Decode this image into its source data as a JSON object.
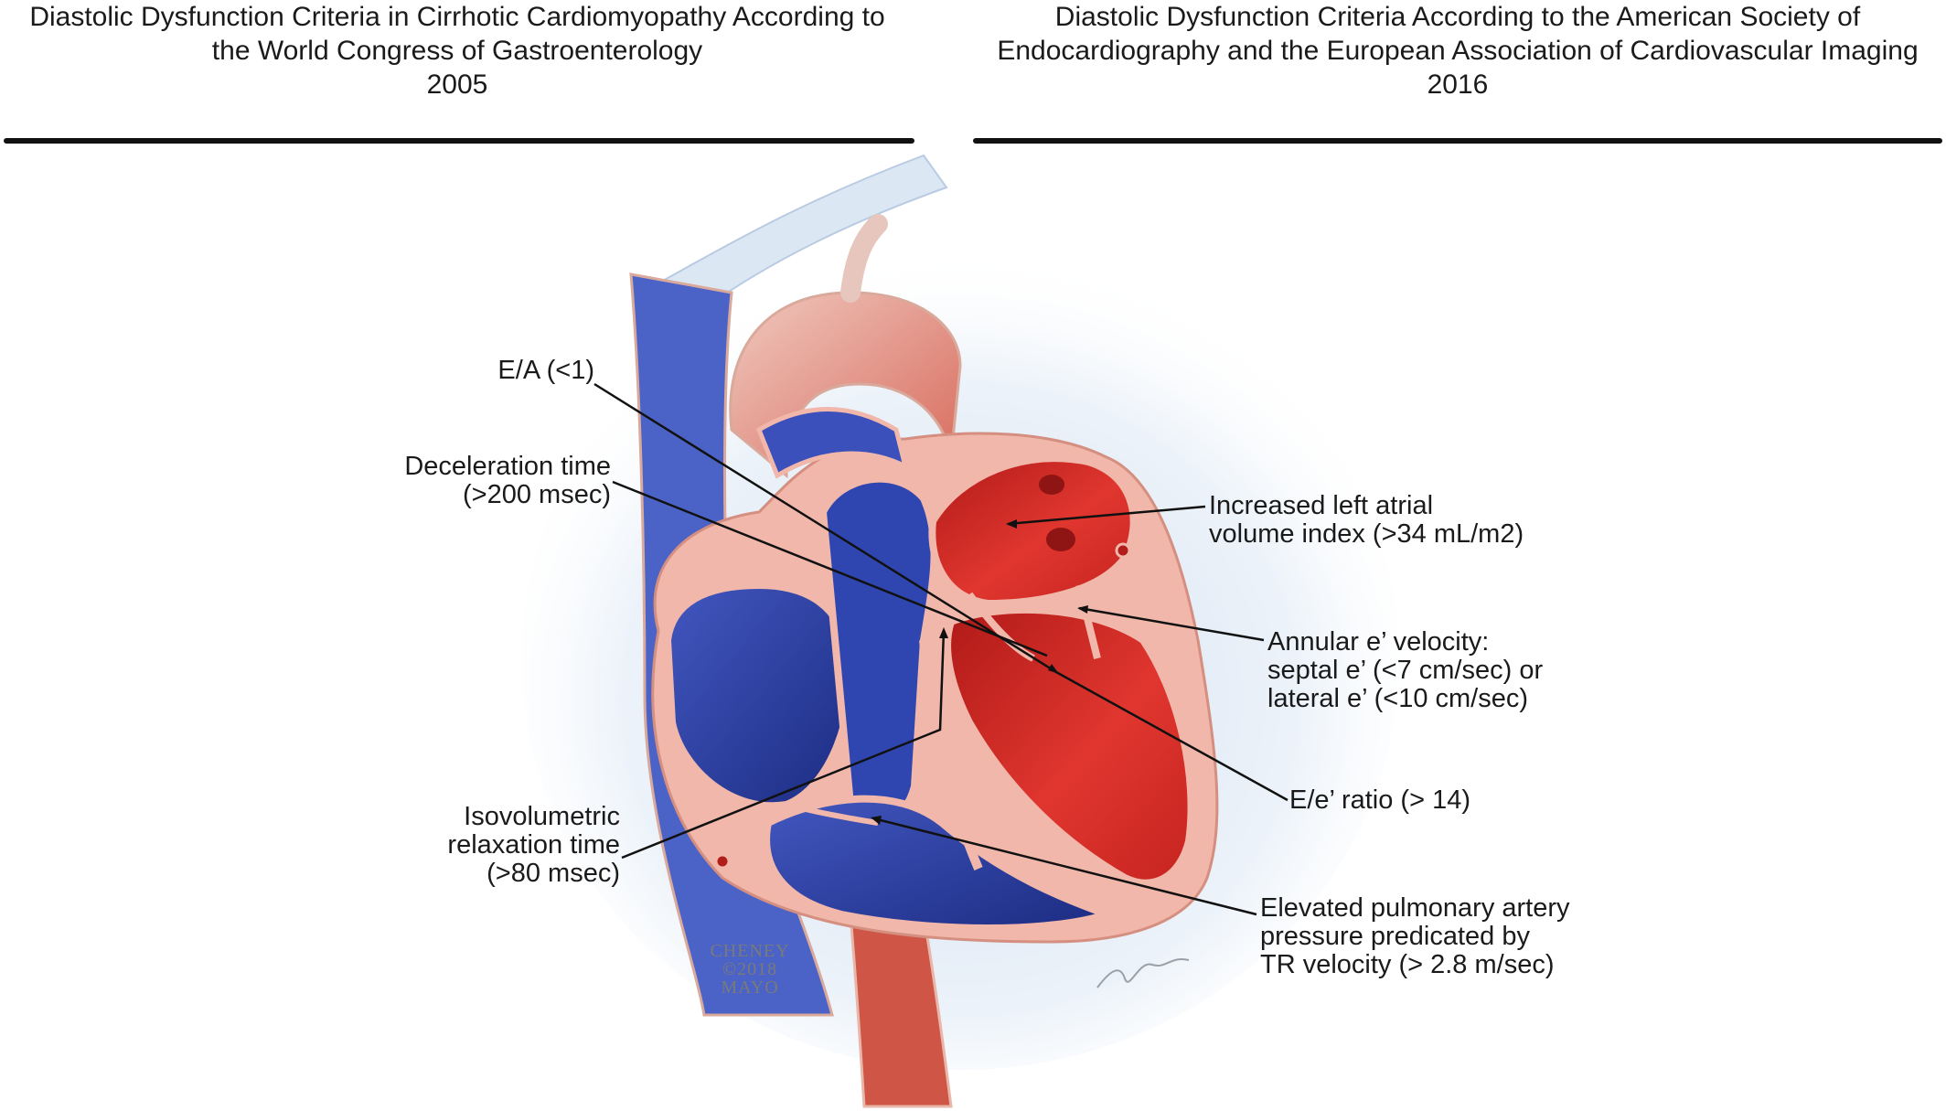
{
  "headers": {
    "left": {
      "lines": [
        "Diastolic Dysfunction Criteria in Cirrhotic Cardiomyopathy According to",
        "the World Congress of Gastroenterology",
        "2005"
      ]
    },
    "right": {
      "lines": [
        "Diastolic Dysfunction Criteria According to the American Society of",
        "Endocardiography and the European Association of Cardiovascular Imaging",
        "2016"
      ]
    }
  },
  "labels": {
    "ea": {
      "lines": [
        "E/A (<1)"
      ]
    },
    "decel": {
      "lines": [
        "Deceleration time",
        "(>200 msec)"
      ]
    },
    "ivrt": {
      "lines": [
        "Isovolumetric",
        "relaxation time",
        "(>80 msec)"
      ]
    },
    "lavi": {
      "lines": [
        "Increased left atrial",
        "volume index (>34 mL/m2)"
      ]
    },
    "annular": {
      "lines": [
        "Annular e’ velocity:",
        "septal e’ (<7 cm/sec) or",
        "lateral e’ (<10 cm/sec)"
      ]
    },
    "ee": {
      "lines": [
        "E/e’ ratio (> 14)"
      ]
    },
    "pap": {
      "lines": [
        "Elevated pulmonary artery",
        "pressure predicated by",
        "TR velocity (> 2.8 m/sec)"
      ]
    }
  },
  "signature": {
    "lines": [
      "CHENEY",
      "©2018",
      "MAYO"
    ]
  },
  "colors": {
    "deoxygenated": "#2a3f9e",
    "oxygenated": "#c8221f",
    "myocardium": "#f1b7aa",
    "vessel_background": "#dbe7f3"
  }
}
